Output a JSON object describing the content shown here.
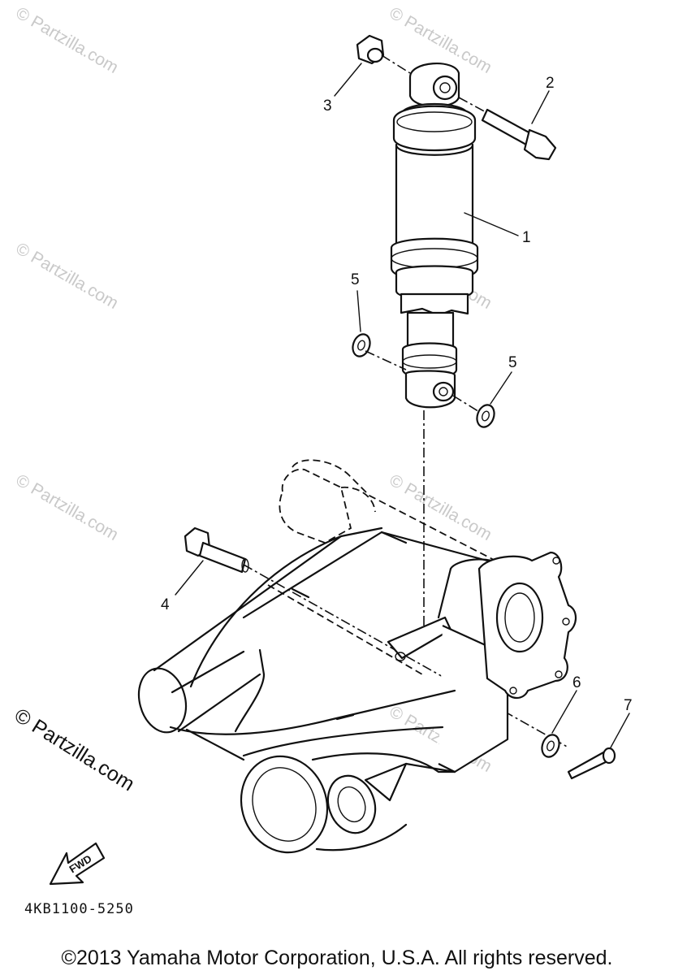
{
  "diagram": {
    "callouts": [
      "1",
      "2",
      "3",
      "4",
      "5",
      "5",
      "6",
      "7"
    ],
    "fwd_label": "FWD",
    "part_code": "4KB1100-5250"
  },
  "watermark": {
    "text": "© Partzilla.com"
  },
  "footer": {
    "copyright": "©2013 Yamaha Motor Corporation, U.S.A. All rights reserved."
  }
}
